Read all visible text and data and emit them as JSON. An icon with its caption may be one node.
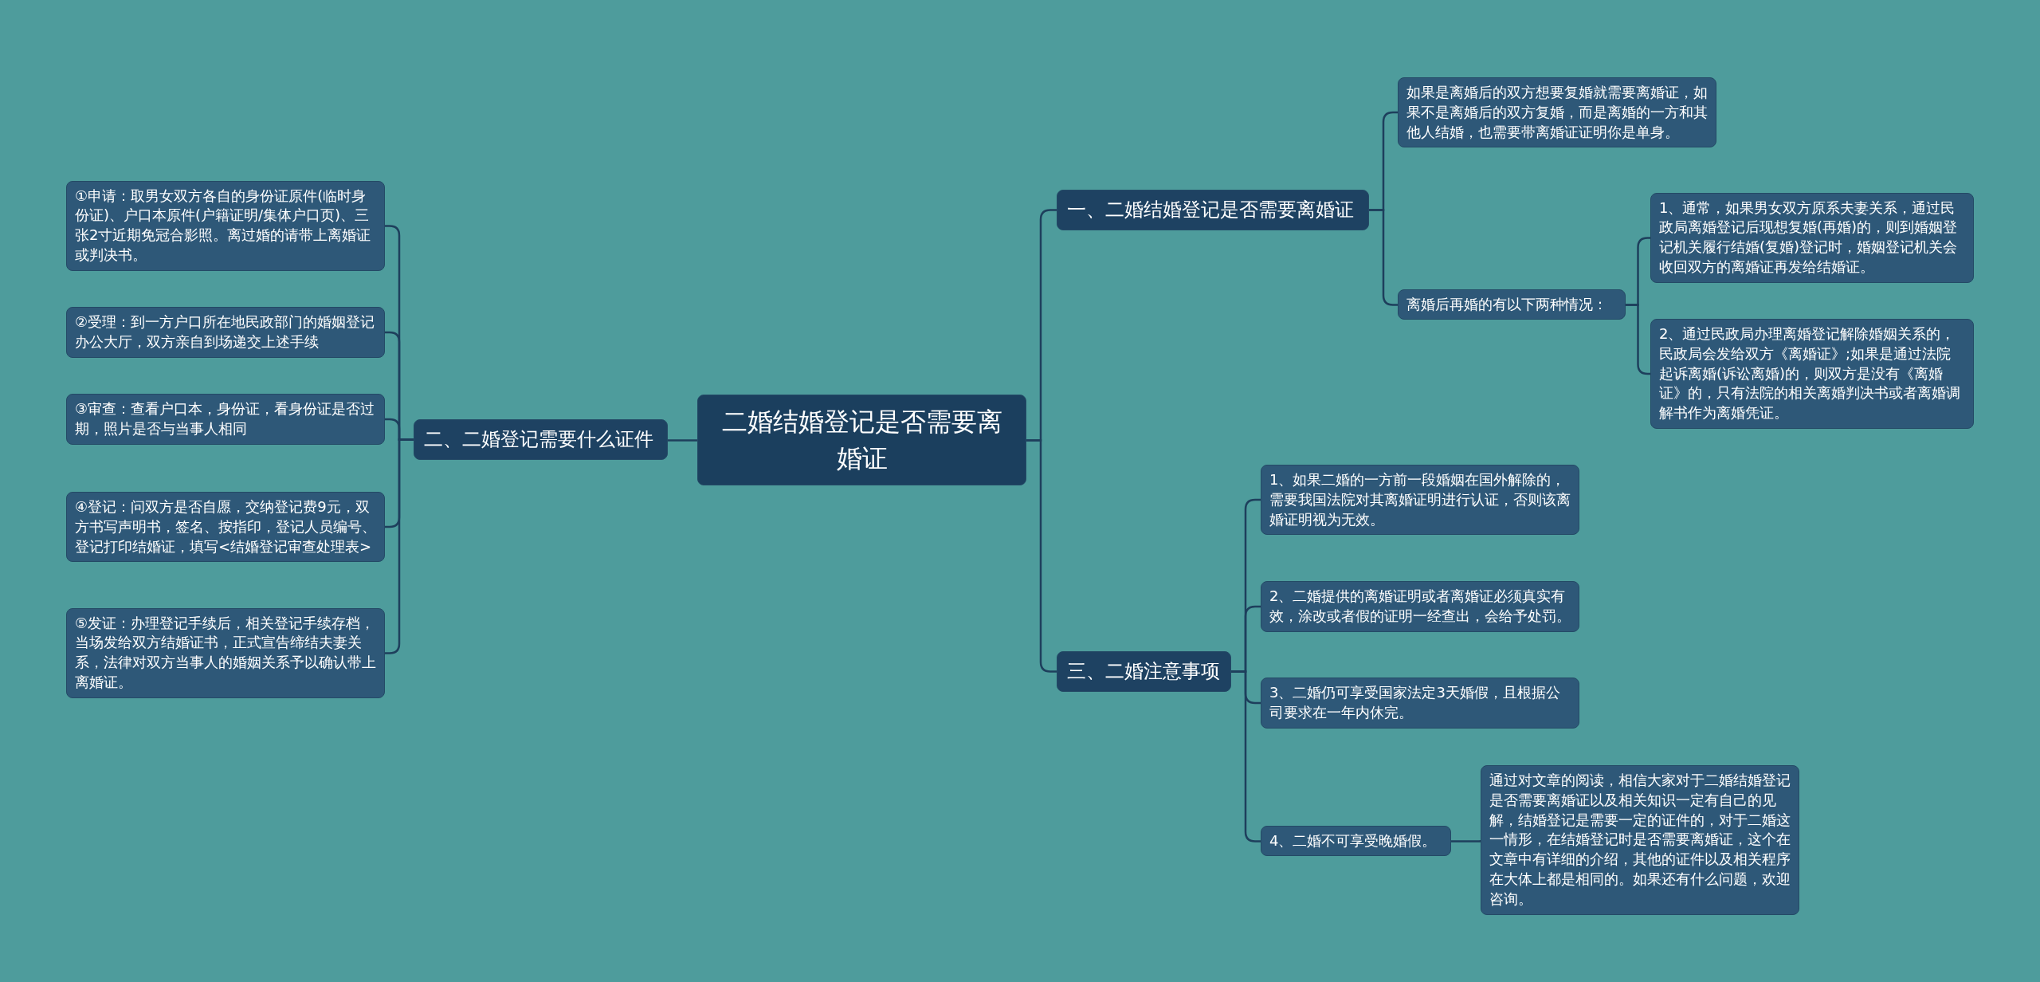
{
  "diagram": {
    "nodes": [
      {
        "text": [
          "二婚结婚登记是否需要离婚证"
        ]
      },
      {
        "text": [
          "一、二婚结婚登记是否需要离婚证"
        ]
      },
      {
        "text": [
          "如果是离婚后的双方想要复婚就需要离婚证，如果不是离婚后的双方复婚，而是离婚的一方和其他人结婚，也需要带离婚证证明你是单身。"
        ]
      },
      {
        "text": [
          "离婚后再婚的有以下两种情况："
        ]
      },
      {
        "text": [
          "1、通常，如果男女双方原系夫妻关系，通过民政局离婚登记后现想复婚(再婚)的，则到婚姻登记机关履行结婚(复婚)登记时，婚姻登记机关会收回双方的离婚证再发给结婚证。"
        ]
      },
      {
        "text": [
          "2、通过民政局办理离婚登记解除婚姻关系的，民政局会发给双方《离婚证》;如果是通过法院起诉离婚(诉讼离婚)的，则双方是没有《离婚证》的，只有法院的相关离婚判决书或者离婚调解书作为离婚凭证。"
        ]
      },
      {
        "text": [
          "二、二婚登记需要什么证件"
        ]
      },
      {
        "text": [
          "①申请：取男女双方各自的身份证原件(临时身份证)、户口本原件(户籍证明/集体户口页)、三张2寸近期免冠合影照。离过婚的请带上离婚证或判决书。"
        ]
      },
      {
        "text": [
          "②受理：到一方户口所在地民政部门的婚姻登记办公大厅，双方亲自到场递交上述手续"
        ]
      },
      {
        "text": [
          "③审查：查看户口本，身份证，看身份证是否过期，照片是否与当事人相同"
        ]
      },
      {
        "text": [
          "④登记：问双方是否自愿，交纳登记费9元，双方书写声明书，签名、按指印，登记人员编号、登记打印结婚证，填写<结婚登记审查处理表>"
        ]
      },
      {
        "text": [
          "⑤发证：办理登记手续后，相关登记手续存档，当场发给双方结婚证书，正式宣告缔结夫妻关系，法律对双方当事人的婚姻关系予以确认带上离婚证。"
        ]
      },
      {
        "text": [
          "三、二婚注意事项"
        ]
      },
      {
        "text": [
          "1、如果二婚的一方前一段婚姻在国外解除的，需要我国法院对其离婚证明进行认证，否则该离婚证明视为无效。"
        ]
      },
      {
        "text": [
          "2、二婚提供的离婚证明或者离婚证必须真实有效，涂改或者假的证明一经查出，会给予处罚。"
        ]
      },
      {
        "text": [
          "3、二婚仍可享受国家法定3天婚假，且根据公司要求在一年内休完。"
        ]
      },
      {
        "text": [
          "4、二婚不可享受晚婚假。"
        ]
      },
      {
        "text": [
          "通过对文章的阅读，相信大家对于二婚结婚登记是否需要离婚证以及相关知识一定有自己的见解，结婚登记是需要一定的证件的，对于二婚这一情形，在结婚登记时是否需要离婚证，这个在文章中有详细的介绍，其他的证件以及相关程序在大体上都是相同的。如果还有什么问题，欢迎咨询。"
        ]
      }
    ],
    "edges": [
      {
        "from": 0,
        "to": 1,
        "arrow": "none"
      },
      {
        "from": 1,
        "to": 2,
        "arrow": "none"
      },
      {
        "from": 1,
        "to": 3,
        "arrow": "none"
      },
      {
        "from": 3,
        "to": 4,
        "arrow": "none"
      },
      {
        "from": 3,
        "to": 5,
        "arrow": "none"
      },
      {
        "from": 0,
        "to": 6,
        "arrow": "none"
      },
      {
        "from": 6,
        "to": 7,
        "arrow": "none"
      },
      {
        "from": 6,
        "to": 8,
        "arrow": "none"
      },
      {
        "from": 6,
        "to": 9,
        "arrow": "none"
      },
      {
        "from": 6,
        "to": 10,
        "arrow": "none"
      },
      {
        "from": 6,
        "to": 11,
        "arrow": "none"
      },
      {
        "from": 0,
        "to": 12,
        "arrow": "none"
      },
      {
        "from": 12,
        "to": 13,
        "arrow": "none"
      },
      {
        "from": 12,
        "to": 14,
        "arrow": "none"
      },
      {
        "from": 12,
        "to": 15,
        "arrow": "none"
      },
      {
        "from": 12,
        "to": 16,
        "arrow": "none"
      },
      {
        "from": 16,
        "to": 17,
        "arrow": "none"
      }
    ]
  }
}
